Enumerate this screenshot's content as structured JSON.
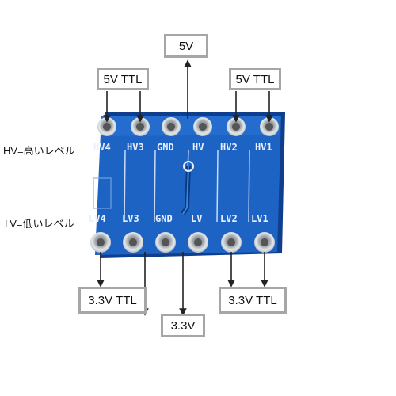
{
  "labels": {
    "top_center": "5V",
    "top_left": "5V TTL",
    "top_right": "5V TTL",
    "hv_side": "HV=高いレベル",
    "lv_side": "LV=低いレベル",
    "bottom_left": "3.3V TTL",
    "bottom_center": "3.3V",
    "bottom_right": "3.3V TTL"
  },
  "board": {
    "top_pins": [
      "HV4",
      "HV3",
      "GND",
      "HV",
      "HV2",
      "HV1"
    ],
    "bottom_pins": [
      "LV4",
      "LV3",
      "GND",
      "LV",
      "LV2",
      "LV1"
    ]
  },
  "colors": {
    "pcb": "#1d63c4",
    "pcb_edge": "#0f3f8c",
    "silk": "#e8f0ff",
    "pad": "#cfd4da",
    "box_border": "#a6a6a6",
    "arrow": "#222222"
  }
}
